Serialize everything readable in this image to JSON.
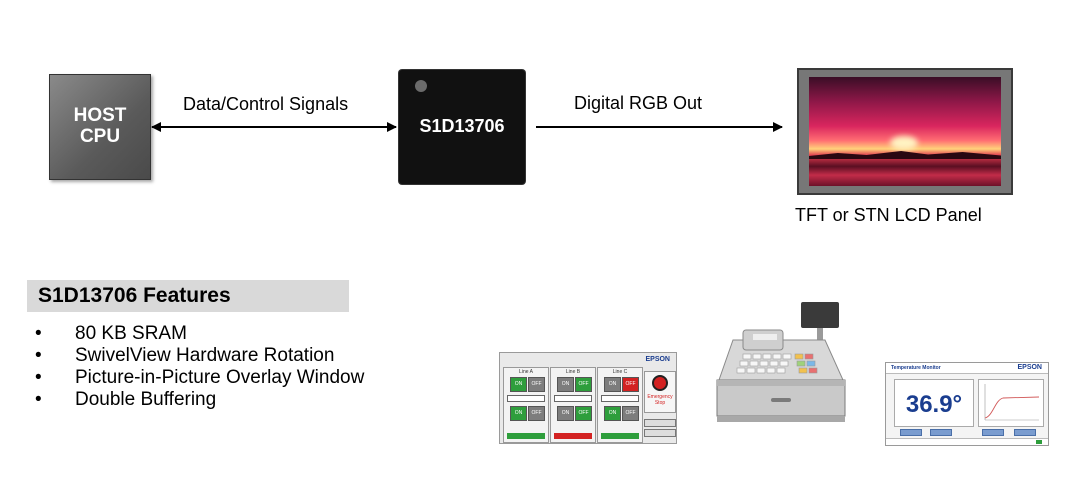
{
  "diagram": {
    "host_cpu": "HOST\nCPU",
    "chip": "S1D13706",
    "link_left_label": "Data/Control Signals",
    "link_right_label": "Digital RGB Out",
    "panel_label": "TFT or STN LCD Panel"
  },
  "features": {
    "title": "S1D13706 Features",
    "items": [
      "80 KB SRAM",
      "SwivelView Hardware Rotation",
      "Picture-in-Picture Overlay Window",
      "Double Buffering"
    ]
  },
  "colors": {
    "host_box": "#5a5a5a",
    "chip_body": "#111111",
    "feature_header_bg": "#d9d9d9",
    "epson_blue": "#1a3d8f",
    "button_green": "#2e9e3c",
    "button_red": "#d32222"
  },
  "thumb_line_control": {
    "logo": "EPSON",
    "columns": [
      "Line A",
      "Line B",
      "Line C"
    ],
    "on_label": "ON",
    "off_label": "OFF",
    "estop_label": "Emergency Stop"
  },
  "thumb_temperature": {
    "title": "Temperature Monitor",
    "logo": "EPSON",
    "reading": "36.9°"
  }
}
